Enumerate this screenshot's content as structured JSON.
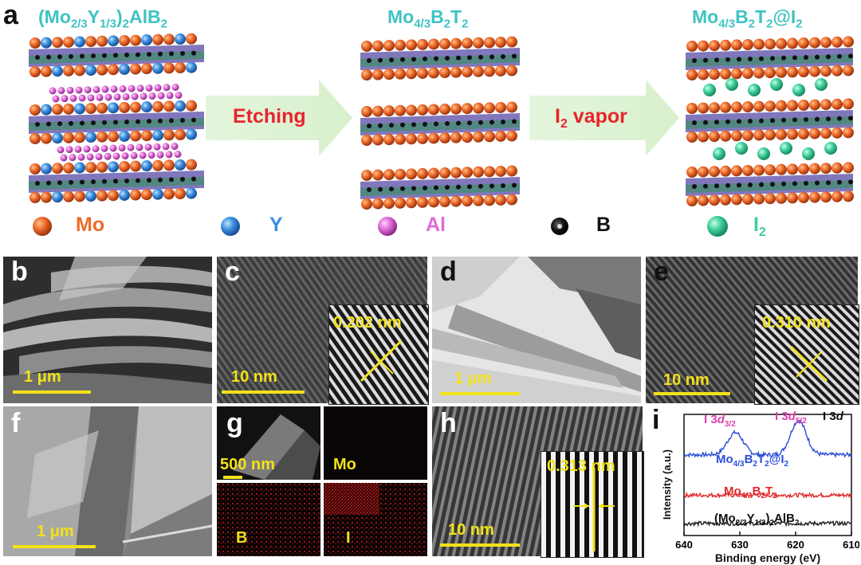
{
  "panel_labels": {
    "a": "a",
    "b": "b",
    "c": "c",
    "d": "d",
    "e": "e",
    "f": "f",
    "g": "g",
    "h": "h",
    "i": "i"
  },
  "schematic": {
    "titles": [
      {
        "pre": "(Mo",
        "s1": "2/3",
        "mid": "Y",
        "s2": "1/3",
        "mid2": ")",
        "s3": "2",
        "post": "AlB",
        "s4": "2"
      },
      {
        "pre": "Mo",
        "s1": "4/3",
        "mid": "B",
        "s2": "2",
        "mid2": "T",
        "s3": "2",
        "post": "",
        "s4": ""
      },
      {
        "pre": "Mo",
        "s1": "4/3",
        "mid": "B",
        "s2": "2",
        "mid2": "T",
        "s3": "2",
        "post": "@I",
        "s4": "2"
      }
    ],
    "arrow1": "Etching",
    "arrow2_main": "I",
    "arrow2_sub": "2",
    "arrow2_rest": " vapor",
    "legend": [
      {
        "label": "Mo",
        "color": "#ee6a2a"
      },
      {
        "label": "Y",
        "color": "#3b8fe0"
      },
      {
        "label": "Al",
        "color": "#e06ad8"
      },
      {
        "label": "B",
        "color": "#111111"
      },
      {
        "label": "I",
        "sub": "2",
        "color": "#3ecf9a"
      }
    ]
  },
  "micro": {
    "b_scale": "1 μm",
    "c_scale": "10 nm",
    "c_spacing": "0.202 nm",
    "d_scale": "1 μm",
    "e_scale": "10 nm",
    "e_spacing": "0.310 nm",
    "f_scale": "1 μm",
    "g_scale": "500 nm",
    "g_mo": "Mo",
    "g_b": "B",
    "g_i": "I",
    "h_scale": "10 nm",
    "h_spacing": "0.313 nm"
  },
  "xps": {
    "peak1": {
      "pre": "I 3",
      "d": "d",
      "sub": "3/2"
    },
    "peak2": {
      "pre": "I 3",
      "d": "d",
      "sub": "5/2"
    },
    "region": {
      "pre": "I 3",
      "d": "d"
    },
    "series": [
      {
        "name": "Mo",
        "s1": "4/3",
        "b": "B",
        "s2": "2",
        "t": "T",
        "s3": "2",
        "post": "@I",
        "s4": "2",
        "color": "#2a4fd8"
      },
      {
        "name": "Mo",
        "s1": "4/3",
        "b": "B",
        "s2": "2",
        "t": "T",
        "s3": "2",
        "post": "",
        "s4": "",
        "color": "#e02a2a"
      },
      {
        "name": "(Mo",
        "s1": "2/3",
        "b": "Y",
        "s2": "1/3",
        "t": ")",
        "s3": "2",
        "post": "AlB",
        "s4": "2",
        "color": "#222222"
      }
    ]
  },
  "chart_data": {
    "type": "line",
    "xlabel": "Binding energy (eV)",
    "ylabel": "Intensity (a.u.)",
    "xlim": [
      640,
      610
    ],
    "x_ticks": [
      640,
      630,
      620,
      610
    ],
    "series": [
      {
        "name": "Mo4/3B2T2@I2",
        "offset": 2.0,
        "peaks": [
          {
            "x": 630.8,
            "h": 0.55,
            "w": 1.4
          },
          {
            "x": 619.5,
            "h": 0.85,
            "w": 1.4
          }
        ]
      },
      {
        "name": "Mo4/3B2T2",
        "offset": 1.0,
        "peaks": []
      },
      {
        "name": "(Mo2/3Y1/3)2AlB2",
        "offset": 0.3,
        "peaks": []
      }
    ]
  }
}
